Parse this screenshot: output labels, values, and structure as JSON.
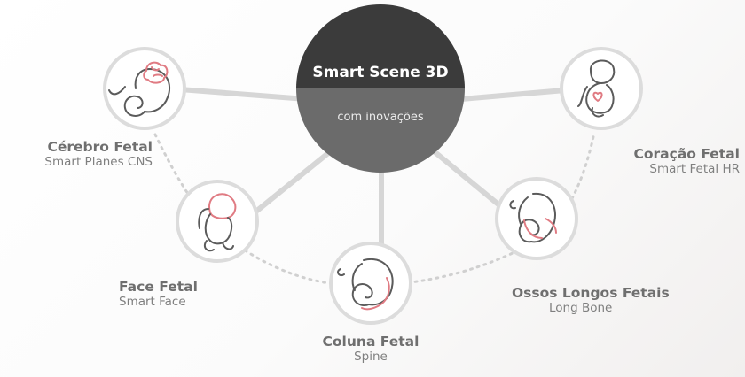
{
  "center": {
    "title": "Smart Scene 3D",
    "subtitle": "com inovações",
    "top_color": "#3b3b3b",
    "bottom_color": "#6b6b6b"
  },
  "nodes": [
    {
      "id": "cerebro",
      "title": "Cérebro Fetal",
      "subtitle": "Smart Planes CNS",
      "icon": "fetus-brain-icon"
    },
    {
      "id": "face",
      "title": "Face Fetal",
      "subtitle": "Smart Face",
      "icon": "fetus-face-icon"
    },
    {
      "id": "coluna",
      "title": "Coluna Fetal",
      "subtitle": "Spine",
      "icon": "fetus-spine-icon"
    },
    {
      "id": "ossos",
      "title": "Ossos Longos Fetais",
      "subtitle": "Long Bone",
      "icon": "fetus-long-bone-icon"
    },
    {
      "id": "coracao",
      "title": "Coração Fetal",
      "subtitle": "Smart Fetal HR",
      "icon": "fetus-heart-icon"
    }
  ],
  "colors": {
    "connector": "#d6d6d6",
    "accent": "#e07b83",
    "icon_line": "#5b5b5b"
  }
}
